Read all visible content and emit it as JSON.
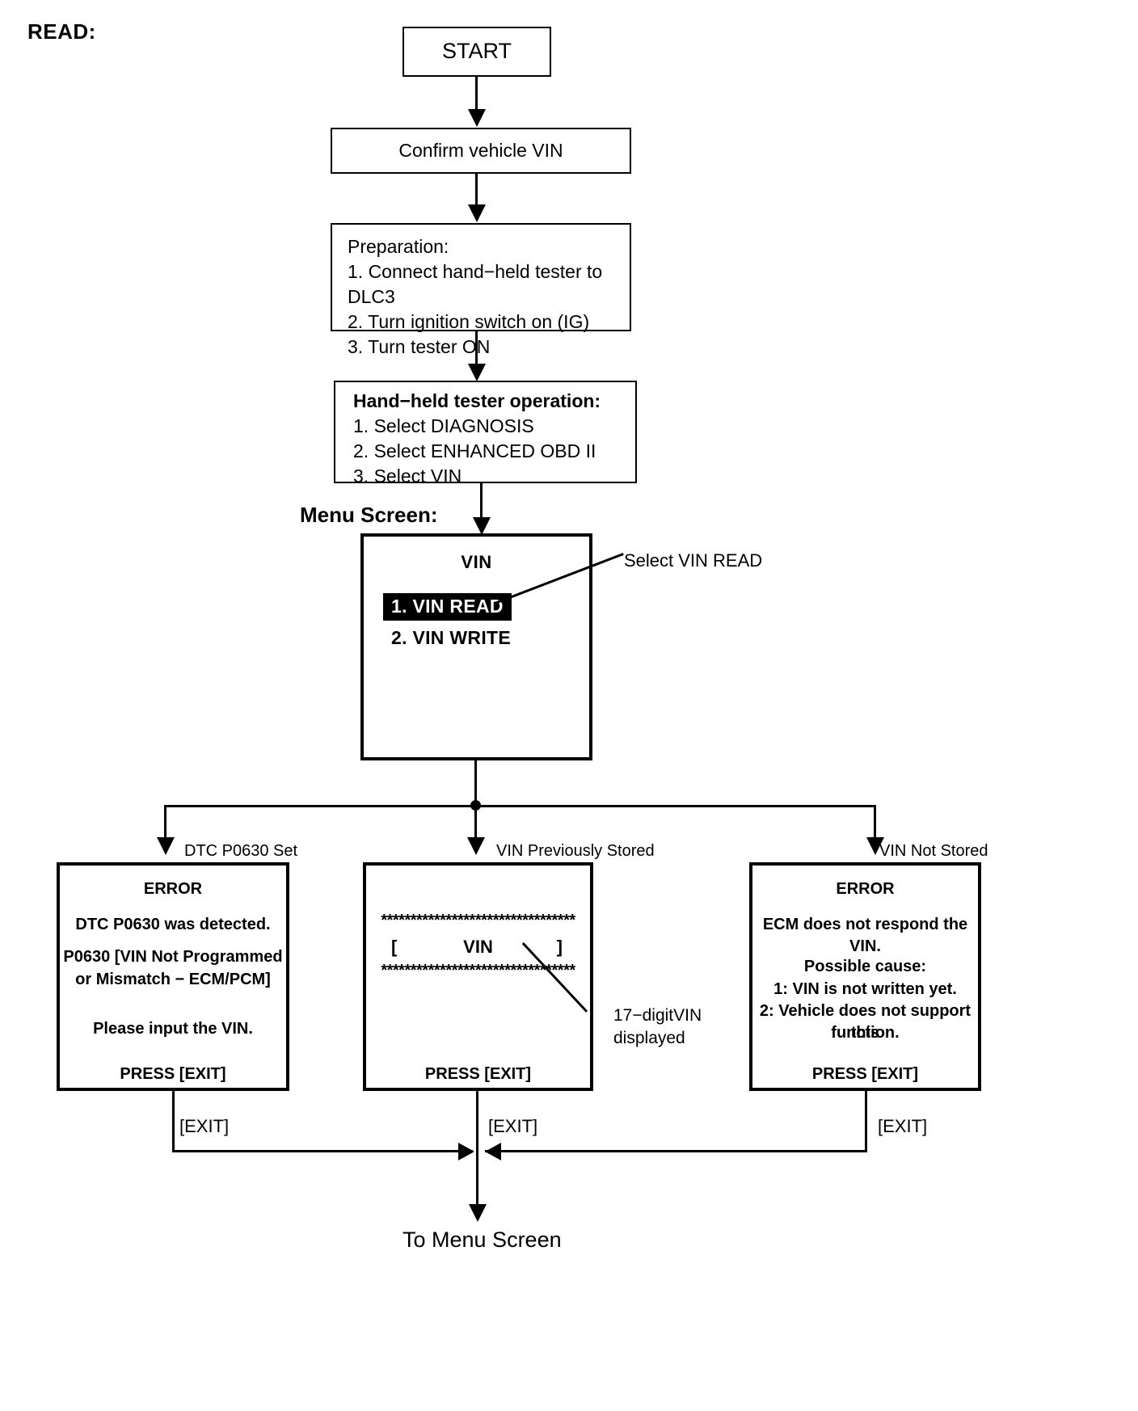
{
  "diagram": {
    "heading": "READ:",
    "menu_screen_label": "Menu Screen:",
    "bottom_label": "To Menu Screen"
  },
  "nodes": {
    "start": {
      "label": "START"
    },
    "confirm_vin": {
      "label": "Confirm vehicle VIN"
    },
    "preparation": {
      "title": "Preparation:",
      "steps": [
        "1. Connect hand−held tester to DLC3",
        "2. Turn ignition switch on (IG)",
        "3. Turn tester ON"
      ]
    },
    "tester_operation": {
      "title": "Hand−held tester operation:",
      "steps": [
        "1. Select DIAGNOSIS",
        "2. Select ENHANCED OBD II",
        "3. Select VIN"
      ]
    },
    "menu_screen": {
      "screen_title": "VIN",
      "items": [
        {
          "label": "1. VIN READ",
          "selected": true
        },
        {
          "label": "2. VIN WRITE",
          "selected": false
        }
      ],
      "annotation": "Select VIN READ"
    },
    "error_dtc": {
      "branch_label": "DTC P0630 Set",
      "header": "ERROR",
      "lines": [
        "DTC P0630 was detected.",
        "P0630  [VIN Not Programmed",
        "or Mismatch − ECM/PCM]",
        "Please input the VIN."
      ],
      "footer": "PRESS [EXIT]",
      "exit_label": "[EXIT]"
    },
    "vin_stored": {
      "branch_label": "VIN Previously Stored",
      "stars": "*********************************",
      "bracket_open": "[",
      "vin_text": "VIN",
      "bracket_close": "]",
      "annotation_line1": "17−digitVIN",
      "annotation_line2": "displayed",
      "footer": "PRESS [EXIT]",
      "exit_label": "[EXIT]"
    },
    "error_no_vin": {
      "branch_label": "VIN Not Stored",
      "header": "ERROR",
      "lines": [
        "ECM does not respond the VIN.",
        "Possible cause:",
        "1: VIN is not written yet.",
        "2: Vehicle does not support this",
        "function."
      ],
      "footer": "PRESS [EXIT]",
      "exit_label": "[EXIT]"
    }
  },
  "colors": {
    "stroke": "#000000",
    "background": "#ffffff",
    "highlight_bg": "#000000",
    "highlight_fg": "#ffffff"
  }
}
